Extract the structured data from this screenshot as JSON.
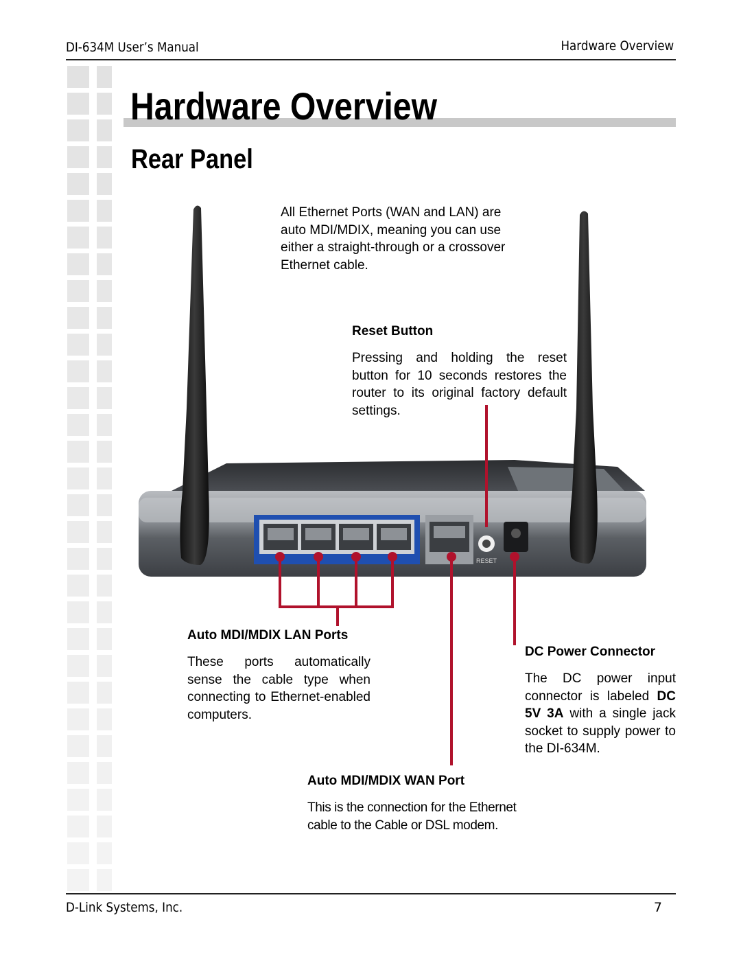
{
  "header": {
    "left": "DI-634M User’s Manual",
    "right": "Hardware Overview"
  },
  "title": "Hardware Overview",
  "subtitle": "Rear Panel",
  "intro": "All Ethernet Ports (WAN and LAN) are auto MDI/MDIX, meaning you can use either a straight-through or a crossover Ethernet cable.",
  "reset": {
    "label": "Reset Button",
    "text": "Pressing and holding the reset button for 10 seconds restores the router to its original factory default settings."
  },
  "lan": {
    "label": "Auto MDI/MDIX LAN Ports",
    "text": "These ports automatically sense the cable type when connecting to Ethernet-enabled computers."
  },
  "dc": {
    "label": "DC Power Connector",
    "text_before": "The DC power input connector is labeled ",
    "text_bold": "DC 5V 3A",
    "text_after": " with a single jack socket to supply power to the DI-634M."
  },
  "wan": {
    "label": "Auto MDI/MDIX WAN Port",
    "text": "This is the connection for the Ethernet cable to the Cable or DSL modem."
  },
  "device": {
    "reset_label": "RESET"
  },
  "footer": {
    "left": "D-Link Systems, Inc.",
    "page": "7"
  },
  "colors": {
    "callout": "#b0122c",
    "lan_frame": "#1f4fb0"
  }
}
